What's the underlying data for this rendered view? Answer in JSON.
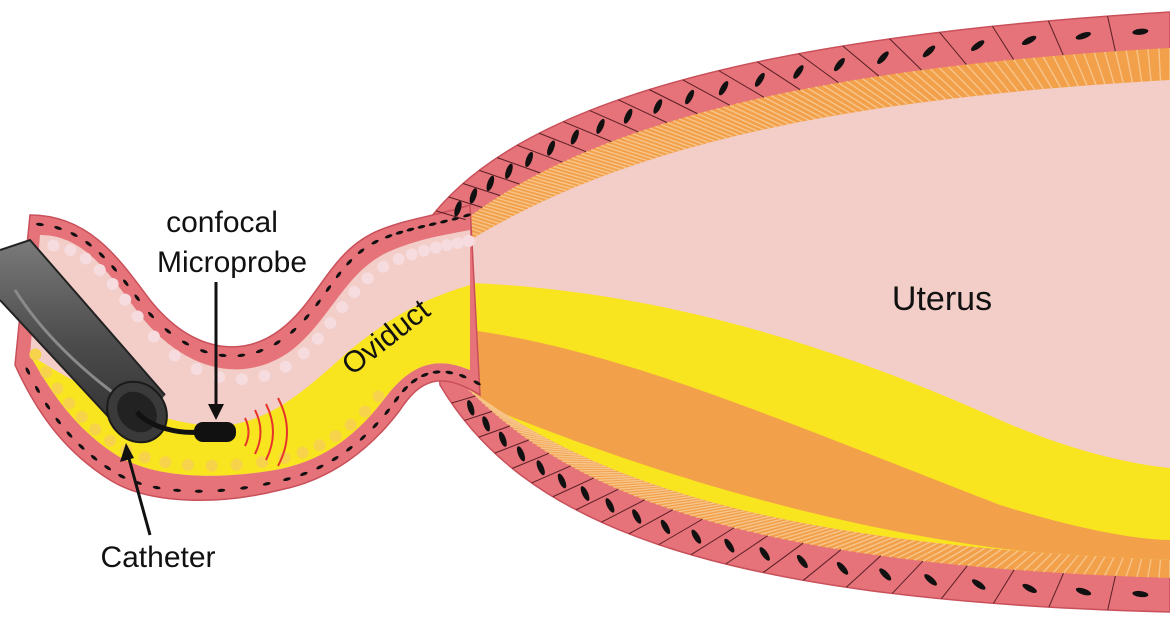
{
  "labels": {
    "confocal": "confocal",
    "microprobe": "Microprobe",
    "oviduct": "Oviduct",
    "uterus": "Uterus",
    "catheter": "Catheter"
  },
  "colors": {
    "wall": "#e6737a",
    "wall_dark": "#d95e66",
    "lumen": "#f3cdc7",
    "fluid_yellow": "#f8e41f",
    "cilia_orange": "#f2a04a",
    "fold_light": "#f6dcdf",
    "catheter_gray": "#5c5c5c",
    "nucleus": "#111111",
    "signal_red": "#e5352b"
  },
  "icons": {
    "catheter": "catheter-tube-icon",
    "probe": "confocal-microprobe-icon",
    "signal": "signal-arcs-icon"
  }
}
